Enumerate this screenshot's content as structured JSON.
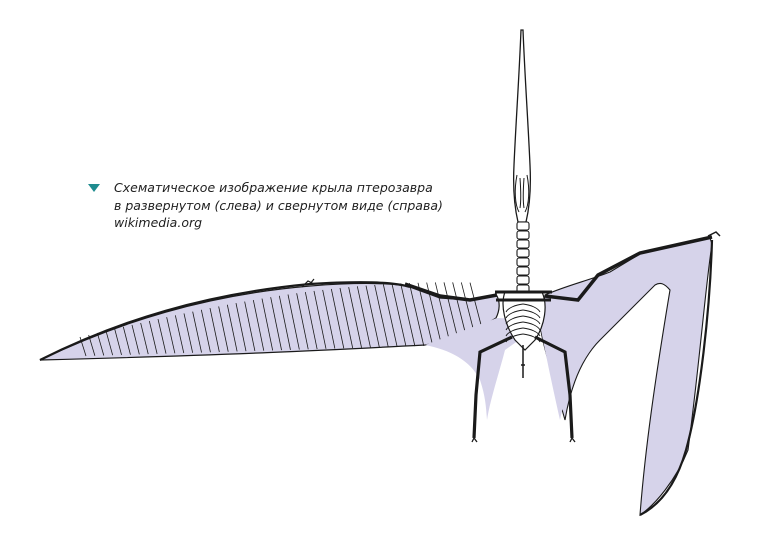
{
  "caption": {
    "line1": "Схематическое изображение крыла птерозавра",
    "line2": "в развернутом (слева) и свернутом виде (справа)",
    "source": "wikimedia.org"
  },
  "colors": {
    "membrane": "#d6d3ea",
    "bone_outline": "#1a1a1a",
    "marker": "#1f8c8f",
    "background": "#ffffff"
  },
  "icons": {
    "caption_marker": "triangle-down-icon"
  }
}
